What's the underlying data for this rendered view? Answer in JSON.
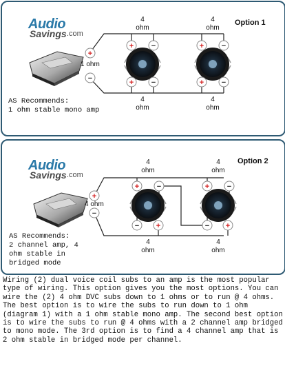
{
  "brand": {
    "audio": "Audio",
    "savings": "Savings",
    "com": ".com"
  },
  "option1": {
    "title": "Option 1",
    "amp_ohm": "1 ohm",
    "top_left": "4\nohm",
    "top_right": "4\nohm",
    "bottom_left": "4\nohm",
    "bottom_right": "4\nohm",
    "recommendation": "AS Recommends:\n1 ohm stable mono amp"
  },
  "option2": {
    "title": "Option 2",
    "amp_ohm": "4 ohm",
    "top_left": "4\nohm",
    "top_right": "4\nohm",
    "bottom_left": "4\nohm",
    "bottom_right": "4\nohm",
    "recommendation": "AS Recommends:\n2 channel amp, 4\nohm stable in\nbridged mode"
  },
  "description": "Wiring (2) dual  voice coil subs to an amp is the most popular type of wiring.  This option gives you the most options.  You can wire the (2) 4 ohm DVC subs down to 1 ohms or to run @ 4 ohms.  The best option is to wire the subs to run down to 1 ohm (diagram 1) with a 1 ohm stable mono amp.  The second best option is to wire the subs to run @ 4 ohms with a 2 channel amp bridged to mono mode.  The 3rd option is to find  a 4 channel amp that is 2 ohm stable in bridged mode per channel.",
  "colors": {
    "border": "#2e5a73",
    "positive": "#d42020",
    "negative": "#444444",
    "brand_blue": "#2a79a8"
  }
}
